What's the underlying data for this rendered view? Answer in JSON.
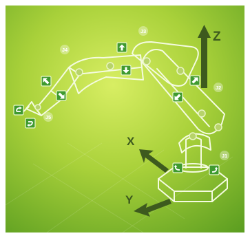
{
  "axes": {
    "z": "Z",
    "x": "X",
    "y": "Y"
  },
  "joints": {
    "j1": "J1",
    "j2": "J2",
    "j3": "J3",
    "j4": "J4",
    "j5": "J5"
  },
  "controls": {
    "j3_up": "arrow-up-icon",
    "j3_down": "arrow-down-icon",
    "j4_up_left": "arrow-up-left-icon",
    "j4_down_right": "arrow-down-right-icon",
    "j2_up_right": "arrow-up-right-icon",
    "j2_down_left": "arrow-down-left-icon",
    "j1_rotate_ccw": "rotate-ccw-icon",
    "j1_rotate_cw": "rotate-cw-icon",
    "j5_rotate_cw": "rotate-cw-icon",
    "j5_rotate_ccw": "rotate-ccw-icon"
  },
  "colors": {
    "background_light": "#c8e34a",
    "background_dark": "#5aa022",
    "outline": "#f4fbe0",
    "button": "#3f9a2f",
    "axis_arrow": "#3d5a1e",
    "joint_marker": "#b7d36a"
  }
}
